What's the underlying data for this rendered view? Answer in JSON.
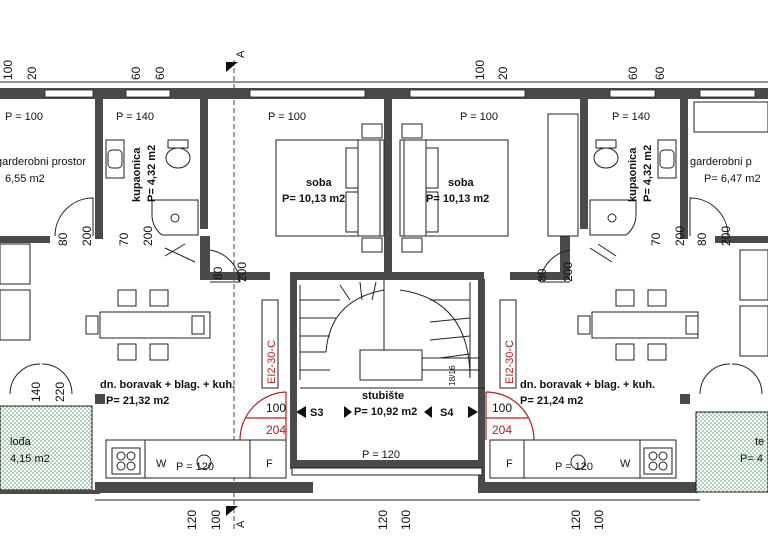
{
  "section_marker": "A",
  "top_dimensions": [
    "100",
    "20",
    "60",
    "60",
    "100",
    "20",
    "60",
    "60"
  ],
  "bottom_dimensions": [
    "120",
    "100",
    "120",
    "100",
    "120",
    "100"
  ],
  "rooms": {
    "room_p_left": "P = 100",
    "dressing_left_name": "garderobni prostor",
    "dressing_left_area": "6,55 m2",
    "bath_left_p": "P = 140",
    "bath_left_name": "kupaonica",
    "bath_left_area": "P= 4,32 m2",
    "bedroom_left_p": "P = 100",
    "bedroom_left_name": "soba",
    "bedroom_left_area": "P= 10,13 m2",
    "bedroom_right_p": "P = 100",
    "bedroom_right_name": "soba",
    "bedroom_right_area": "P= 10,13 m2",
    "bath_right_p": "P = 140",
    "bath_right_name": "kupaonica",
    "bath_right_area": "P= 4,32 m2",
    "dressing_right_name": "garderobni p",
    "dressing_right_area": "P= 6,47 m2",
    "living_left_name": "dn. boravak + blag. + kuh.",
    "living_left_area": "P= 21,32 m2",
    "living_right_name": "dn. boravak + blag. + kuh.",
    "living_right_area": "P= 21,24 m2",
    "stair_name": "stubište",
    "stair_area": "P= 10,92 m2",
    "stair_p": "P = 120",
    "loggia_left_name": "lođa",
    "loggia_left_area": "4,15 m2",
    "terrace_right_name": "te",
    "terrace_right_area": "P= 4",
    "kitchen_left_p": "P = 120",
    "kitchen_right_p": "P = 120"
  },
  "doors": {
    "d80": "80",
    "d200": "200",
    "d70": "70",
    "d140": "140",
    "d220": "220",
    "d18_16": "18/16"
  },
  "entries": {
    "left_code": "EI2-30-C",
    "left_w": "100",
    "left_h": "204",
    "left_s": "S3",
    "right_code": "EI2-30-C",
    "right_w": "100",
    "right_h": "204",
    "right_s": "S4"
  },
  "colors": {
    "wall": "#4a4a4a",
    "fire_door": "#b02020",
    "terrace": "#4f9a6a"
  }
}
